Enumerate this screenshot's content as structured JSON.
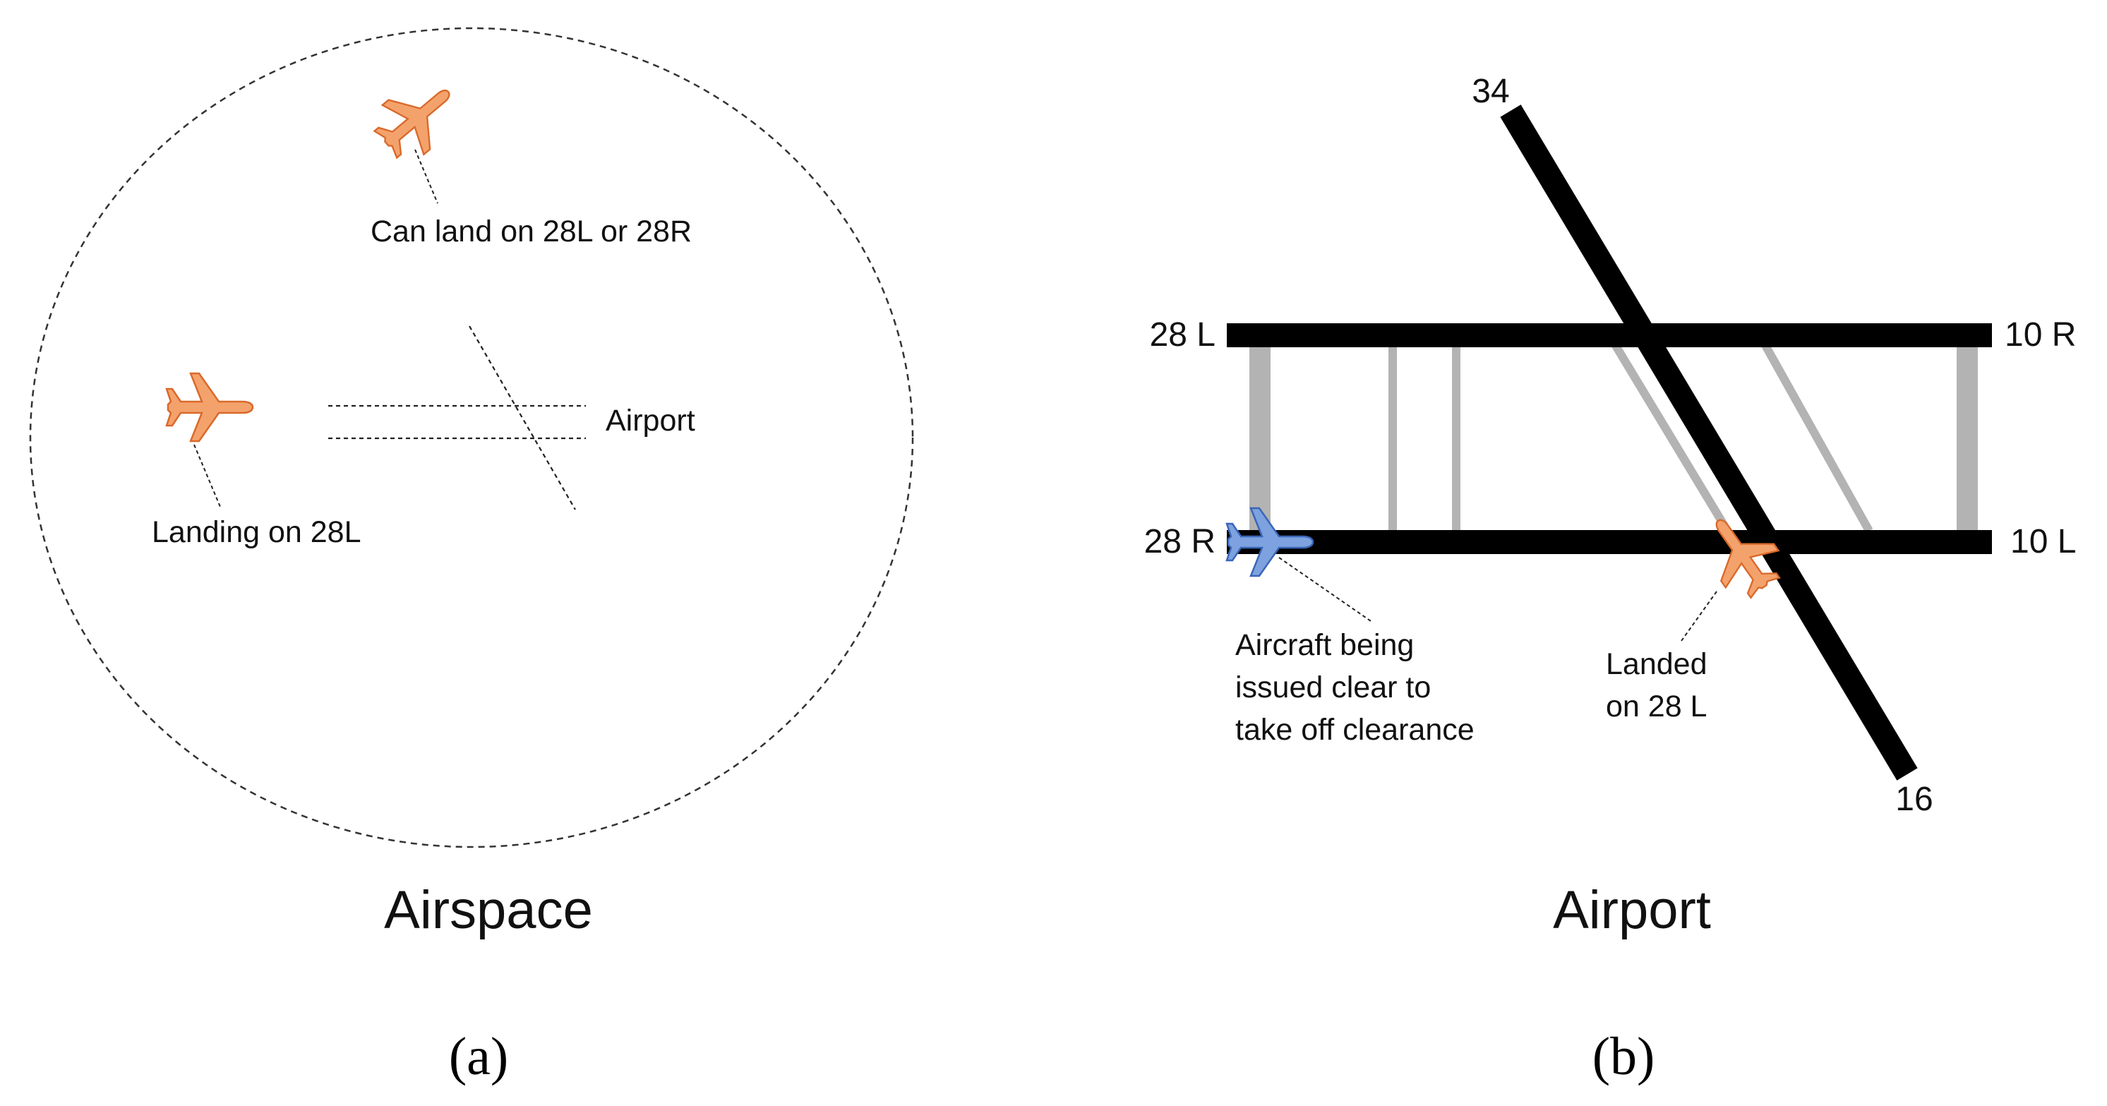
{
  "panel_a": {
    "title": "Airspace",
    "caption": "(a)",
    "airport_label": "Airport",
    "aircraft_top_note": "Can land on 28L or 28R",
    "aircraft_left_note": "Landing on 28L"
  },
  "panel_b": {
    "title": "Airport",
    "caption": "(b)",
    "runway_labels": {
      "r28L": "28 L",
      "r10R": "10 R",
      "r28R": "28 R",
      "r10L": "10 L",
      "r34": "34",
      "r16": "16"
    },
    "aircraft_blue_note": [
      "Aircraft being",
      "issued clear to",
      "take off clearance"
    ],
    "aircraft_orange_note": [
      "Landed",
      "on 28 L"
    ]
  },
  "colors": {
    "aircraft_orange": "#f4a26c",
    "aircraft_orange_outline": "#d9692a",
    "aircraft_blue": "#7da2df",
    "aircraft_blue_outline": "#3a66b8",
    "runway": "#000000",
    "taxiway": "#b3b3b3"
  }
}
